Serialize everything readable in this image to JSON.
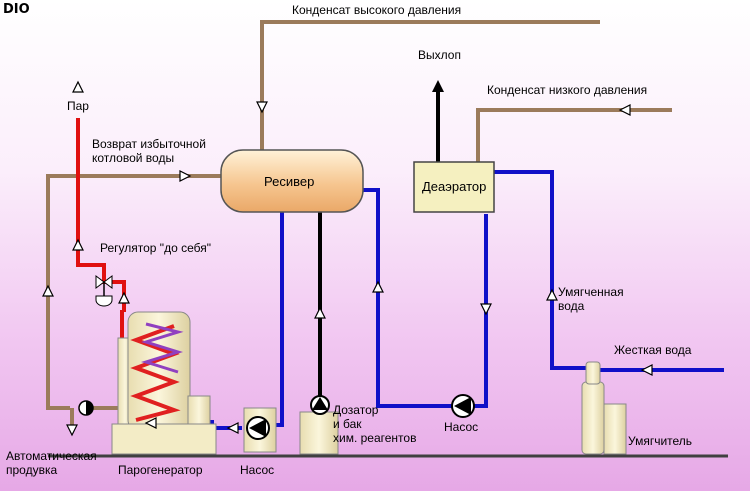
{
  "logo": "DIO",
  "labels": {
    "hp_condensate": "Конденсат высокого давления",
    "exhaust": "Выхлоп",
    "lp_condensate": "Конденсат низкого давления",
    "steam": "Пар",
    "return_water_1": "Возврат избыточной",
    "return_water_2": "котловой воды",
    "receiver": "Ресивер",
    "deaerator": "Деаэратор",
    "regulator": "Регулятор \"до себя\"",
    "softened_1": "Умягченная",
    "softened_2": "вода",
    "hard_water": "Жесткая вода",
    "auto_blowdown_1": "Автоматическая",
    "auto_blowdown_2": "продувка",
    "steam_generator": "Парогенератор",
    "pump_left": "Насос",
    "dosing_1": "Дозатор",
    "dosing_2": "и бак",
    "dosing_3": "хим. реагентов",
    "pump_right": "Насос",
    "softener": "Умягчитель"
  },
  "colors": {
    "condensate_line": "#9b7b5b",
    "feed_water_line": "#1010c8",
    "steam_line": "#e01010",
    "black_line": "#000000",
    "receiver_fill": "#f6c690",
    "deaerator_fill": "#f5f0c0",
    "equipment_fill": "#f3ecc6",
    "base_line": "#404040"
  }
}
